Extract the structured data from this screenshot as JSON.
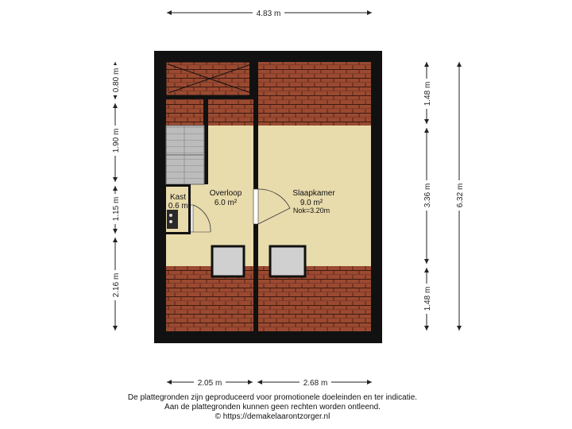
{
  "dimensions": {
    "top_width": "4.83 m",
    "bottom_left_width": "2.05 m",
    "bottom_right_width": "2.68 m",
    "left_1": "0.80 m",
    "left_2": "1.90 m",
    "left_3": "1.15 m",
    "left_4": "2.16 m",
    "right_inner_1": "1.48 m",
    "right_inner_2": "3.36 m",
    "right_inner_3": "1.48 m",
    "right_total": "6.32 m"
  },
  "rooms": {
    "kast": {
      "name": "Kast",
      "area": "0.6 m²"
    },
    "overloop": {
      "name": "Overloop",
      "area": "6.0 m²"
    },
    "slaapkamer": {
      "name": "Slaapkamer",
      "area": "9.0 m²",
      "nok": "Nok=3.20m"
    }
  },
  "footer": {
    "line1": "De plattegronden zijn geproduceerd voor promotionele doeleinden en ter indicatie.",
    "line2": "Aan de plattegronden kunnen geen rechten worden ontleend.",
    "line3": "© https://demakelaarontzorger.nl"
  },
  "colors": {
    "wall": "#111111",
    "floor": "#e8dbac",
    "roof_tile": "#9b4a31",
    "roof_line": "#3c1a10",
    "skylight": "#d0d0d0"
  }
}
